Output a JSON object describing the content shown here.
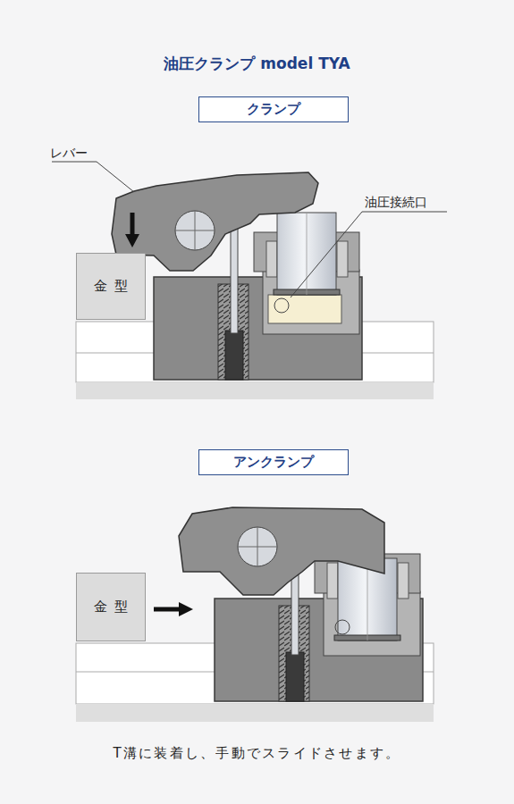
{
  "diagram": {
    "title": "油圧クランプ model TYA",
    "caption": "T溝に装着し、手動でスライドさせます。",
    "nodes": [
      {
        "text": [
          "クランプ"
        ]
      },
      {
        "text": [
          "金型"
        ]
      },
      {
        "text": [
          "アンクランプ"
        ]
      },
      {
        "text": [
          "金型"
        ]
      }
    ],
    "labels": [
      "レバー",
      "油圧接続口"
    ]
  }
}
